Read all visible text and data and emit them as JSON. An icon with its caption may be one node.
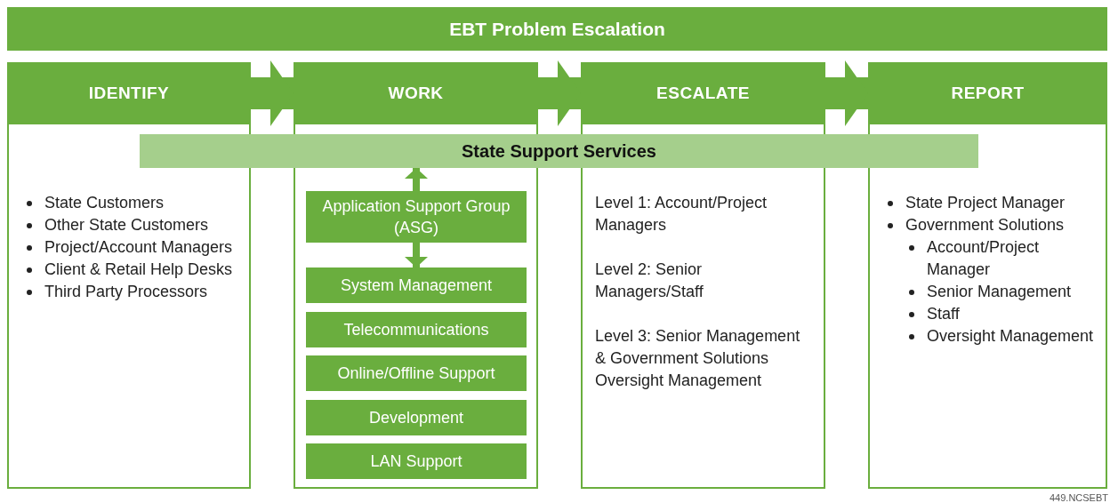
{
  "diagram": {
    "title": "EBT Problem Escalation",
    "nodes": [
      {
        "text": [
          "IDENTIFY",
          "State Customers",
          "Other State Customers",
          "Project/Account Managers",
          "Client & Retail Help Desks",
          "Third Party Processors"
        ]
      },
      {
        "text": [
          "WORK"
        ]
      },
      {
        "text": [
          "ESCALATE",
          "Level 1: Account/Project Managers",
          "Level 2: Senior Managers/Staff",
          "Level 3: Senior Management & Government Solutions Oversight Management"
        ]
      },
      {
        "text": [
          "REPORT",
          "State Project Manager",
          "Government Solutions",
          "Account/Project Manager",
          "Senior Management",
          "Staff",
          "Oversight Management"
        ]
      },
      {
        "text": [
          "State Support Services"
        ]
      },
      {
        "text": [
          "Application Support Group (ASG)"
        ],
        "in": 1
      },
      {
        "text": [
          "System Management"
        ],
        "in": 1
      },
      {
        "text": [
          "Telecommunications"
        ],
        "in": 1
      },
      {
        "text": [
          "Online/Offline Support"
        ],
        "in": 1
      },
      {
        "text": [
          "Development"
        ],
        "in": 1
      },
      {
        "text": [
          "LAN Support"
        ],
        "in": 1
      }
    ],
    "edges": [
      {
        "from": 0,
        "to": 1,
        "arrow": "to"
      },
      {
        "from": 1,
        "to": 2,
        "arrow": "to"
      },
      {
        "from": 2,
        "to": 3,
        "arrow": "to"
      },
      {
        "from": 5,
        "to": 4,
        "arrow": "to"
      },
      {
        "from": 5,
        "to": 6,
        "arrow": "to"
      }
    ],
    "labels": [
      "449.NCSEBT"
    ]
  }
}
